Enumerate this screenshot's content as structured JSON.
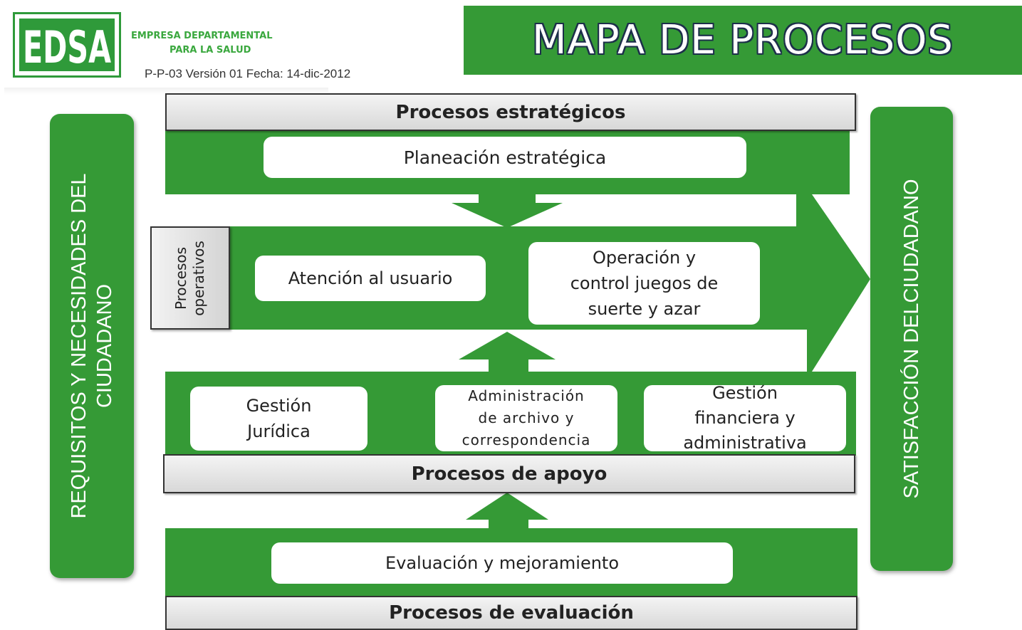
{
  "header": {
    "logo_text": "EDSA",
    "org_line1": "EMPRESA DEPARTAMENTAL",
    "org_line2": "PARA LA SALUD",
    "doc_code": "P-P-03 Versión 01 Fecha: 14-dic-2012",
    "title": "MAPA DE PROCESOS"
  },
  "colors": {
    "green": "#359a36",
    "title_outline": "#1c2f4a",
    "bar_gray": "#d8d8d8"
  },
  "left_pillar": {
    "line1": "REQUISITOS Y NECESIDADES DEL",
    "line2": "CIUDADANO"
  },
  "right_pillar": {
    "text": "SATISFACCIÓN DELCIUDADANO"
  },
  "strategic": {
    "bar_label": "Procesos estratégicos",
    "boxes": [
      "Planeación estratégica"
    ]
  },
  "operational": {
    "side_label_line1": "Procesos",
    "side_label_line2": "operativos",
    "boxes": [
      {
        "lines": [
          "Atención al usuario"
        ]
      },
      {
        "lines": [
          "Operación y",
          "control juegos de",
          "suerte y azar"
        ]
      }
    ]
  },
  "support": {
    "bar_label": "Procesos de apoyo",
    "boxes": [
      {
        "lines": [
          "Gestión",
          "Jurídica"
        ]
      },
      {
        "lines": [
          "Administración",
          "de archivo y",
          "correspondencia"
        ]
      },
      {
        "lines": [
          "Gestión",
          "financiera y",
          "administrativa"
        ]
      }
    ]
  },
  "evaluation": {
    "bar_label": "Procesos de evaluación",
    "boxes": [
      "Evaluación y mejoramiento"
    ]
  }
}
